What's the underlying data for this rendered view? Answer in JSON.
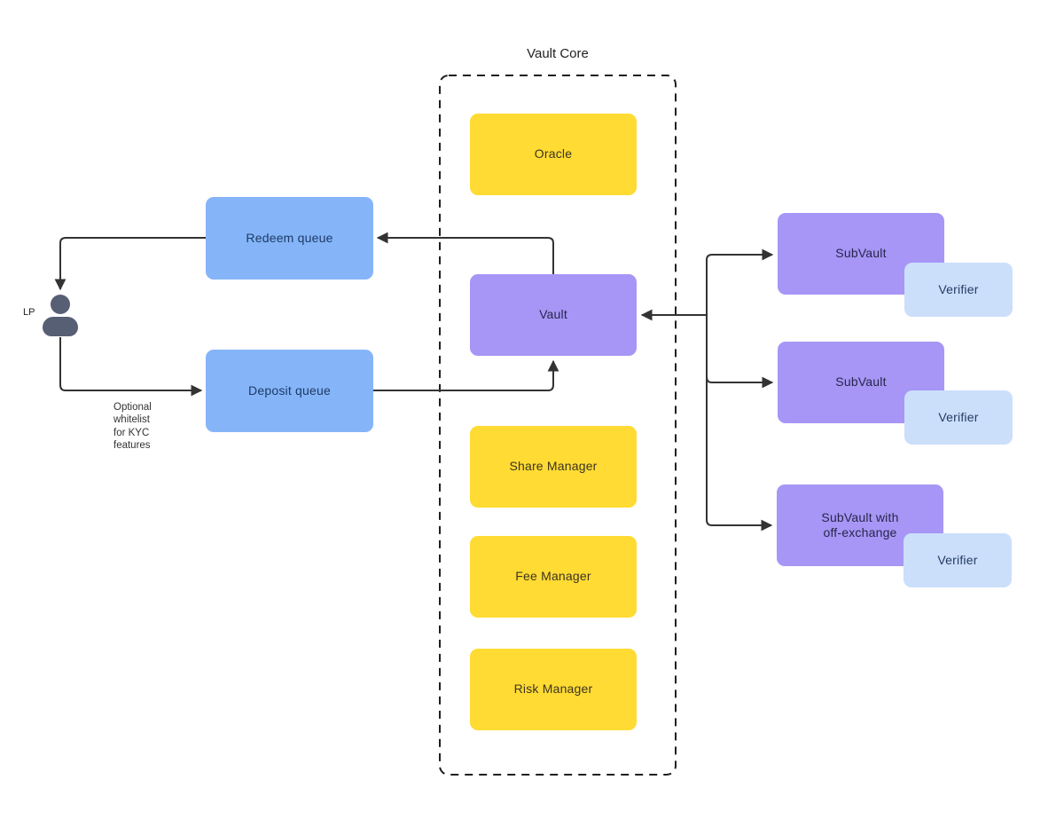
{
  "diagram": {
    "title": "Vault Core",
    "colors": {
      "yellow": "#FFDB33",
      "blue": "#85B5F8",
      "purple": "#A796F5",
      "light_blue": "#CBDFFB",
      "line": "#333333",
      "dashed_border": "#1f1f1f",
      "actor": "#575F75",
      "background": "#ffffff"
    },
    "actor": {
      "label": "LP",
      "icon": "person-icon"
    },
    "annotation": {
      "lines": [
        "Optional",
        "whitelist",
        "for KYC",
        "features"
      ]
    },
    "nodes": {
      "redeem_queue": {
        "label": "Redeem queue"
      },
      "deposit_queue": {
        "label": "Deposit queue"
      },
      "oracle": {
        "label": "Oracle"
      },
      "vault": {
        "label": "Vault"
      },
      "share_manager": {
        "label": "Share Manager"
      },
      "fee_manager": {
        "label": "Fee Manager"
      },
      "risk_manager": {
        "label": "Risk Manager"
      },
      "subvault_1": {
        "label": "SubVault"
      },
      "subvault_2": {
        "label": "SubVault"
      },
      "subvault_3": {
        "label": "SubVault with off-exchange"
      },
      "verifier_1": {
        "label": "Verifier"
      },
      "verifier_2": {
        "label": "Verifier"
      },
      "verifier_3": {
        "label": "Verifier"
      }
    }
  }
}
